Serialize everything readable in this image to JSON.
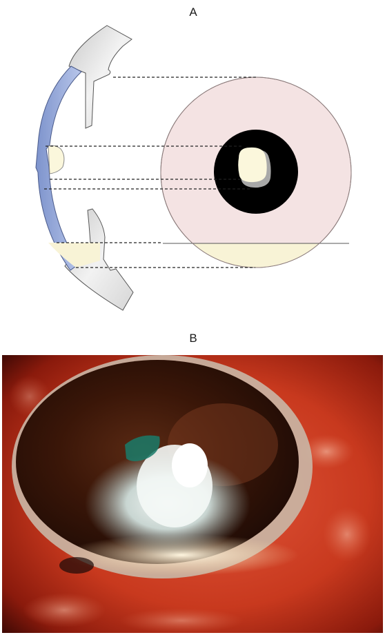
{
  "panels": [
    {
      "id": "A",
      "label": "A"
    },
    {
      "id": "B",
      "label": "B"
    }
  ],
  "colors": {
    "cornea": "#9aaedb",
    "sclera": "#e4e4e4",
    "iris_face": "#f4e3e3",
    "pupil": "#000000",
    "exudate": "#fbf7dc",
    "hypopyon": "#f8f3d6",
    "dashed_line": "#222222",
    "conjunctiva": "#c8391e"
  }
}
